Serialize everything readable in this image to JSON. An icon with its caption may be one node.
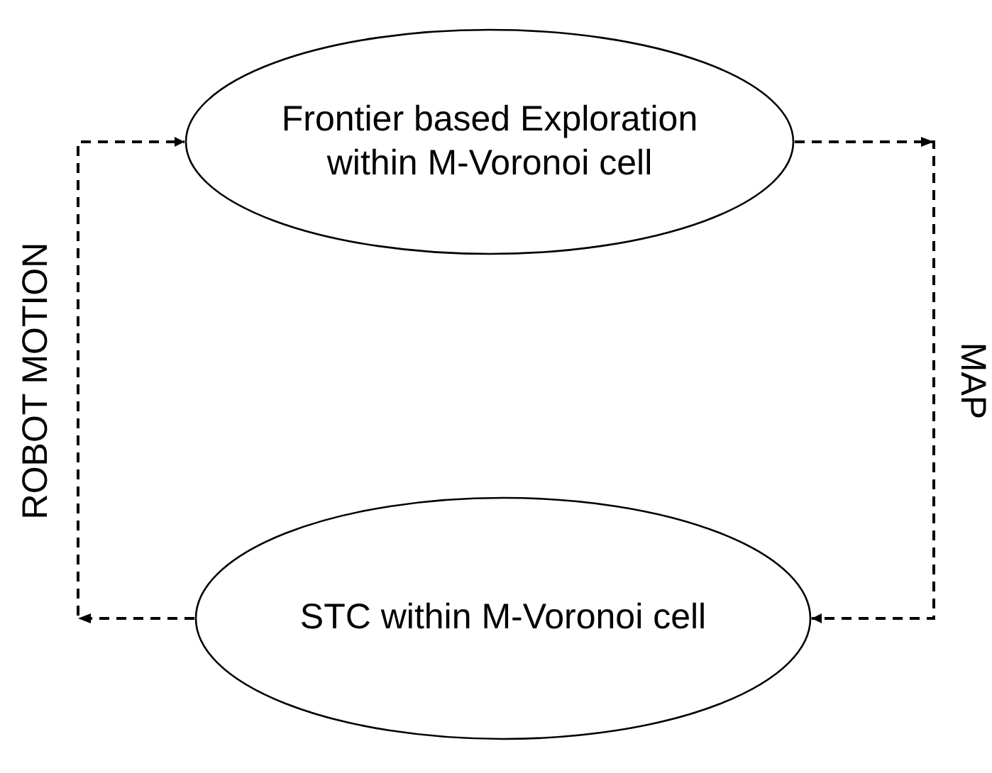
{
  "diagram": {
    "nodes": [
      {
        "text": [
          "Frontier based Exploration within M-Voronoi cell"
        ]
      },
      {
        "text": [
          "STC within M-Voronoi cell"
        ]
      }
    ],
    "edges": [
      {
        "from": 0,
        "to": 1,
        "arrow": "to",
        "style": "dashed",
        "label": "MAP"
      },
      {
        "from": 1,
        "to": 0,
        "arrow": "to",
        "style": "dashed",
        "label": "ROBOT MOTION"
      }
    ]
  }
}
